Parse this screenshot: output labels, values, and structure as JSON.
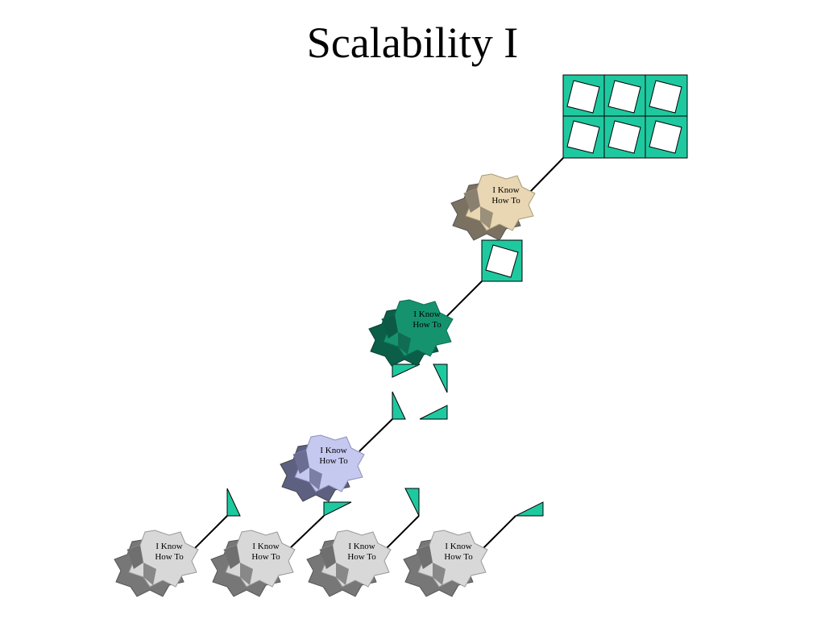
{
  "slide": {
    "title": "Scalability I"
  },
  "colors": {
    "tile": "#1fc9a0",
    "line": "#000000",
    "blob_tan": "#e9d6b3",
    "blob_green": "#15936f",
    "blob_lavender": "#c5c9f0",
    "blob_gray": "#d8d8d8",
    "blob_shadow": "#6f6f6f"
  },
  "nodes": [
    {
      "label_line1": "I  Know",
      "label_line2": "How To",
      "style": "tan"
    },
    {
      "label_line1": "I  Know",
      "label_line2": "How To",
      "style": "green"
    },
    {
      "label_line1": "I  Know",
      "label_line2": "How To",
      "style": "lavender"
    },
    {
      "label_line1": "I  Know",
      "label_line2": "How To",
      "style": "gray"
    },
    {
      "label_line1": "I  Know",
      "label_line2": "How To",
      "style": "gray"
    },
    {
      "label_line1": "I  Know",
      "label_line2": "How To",
      "style": "gray"
    },
    {
      "label_line1": "I  Know",
      "label_line2": "How To",
      "style": "gray"
    }
  ]
}
